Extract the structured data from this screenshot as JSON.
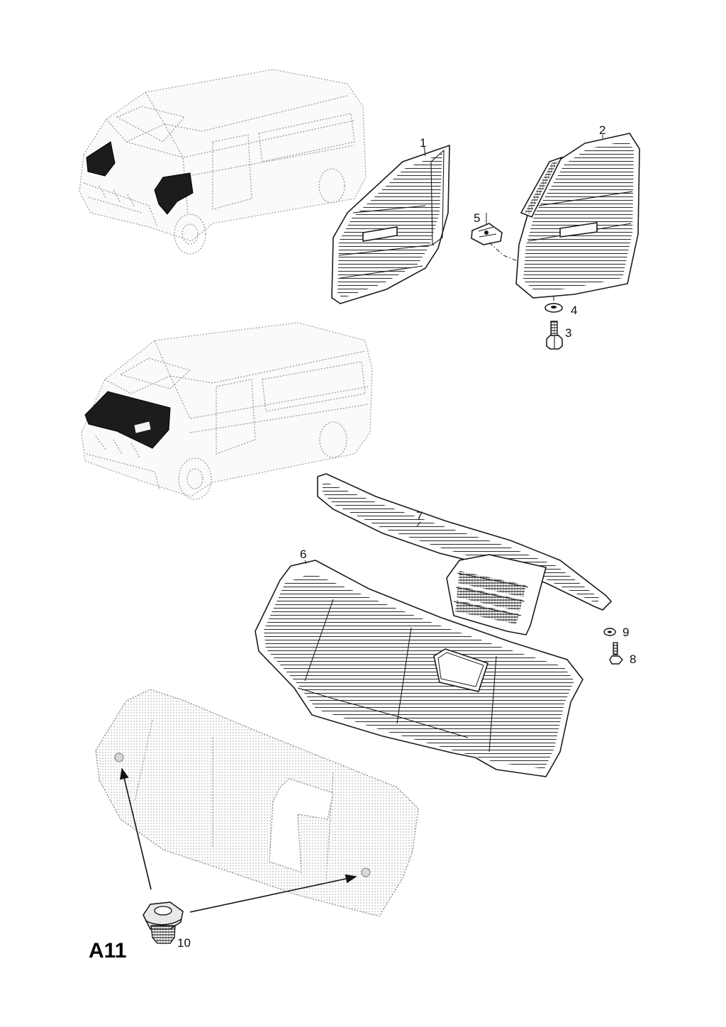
{
  "page_code": "A11",
  "callouts": {
    "c1": "1",
    "c2": "2",
    "c3": "3",
    "c4": "4",
    "c5": "5",
    "c6": "6",
    "c7": "7",
    "c8": "8",
    "c9": "9",
    "c10": "10"
  }
}
